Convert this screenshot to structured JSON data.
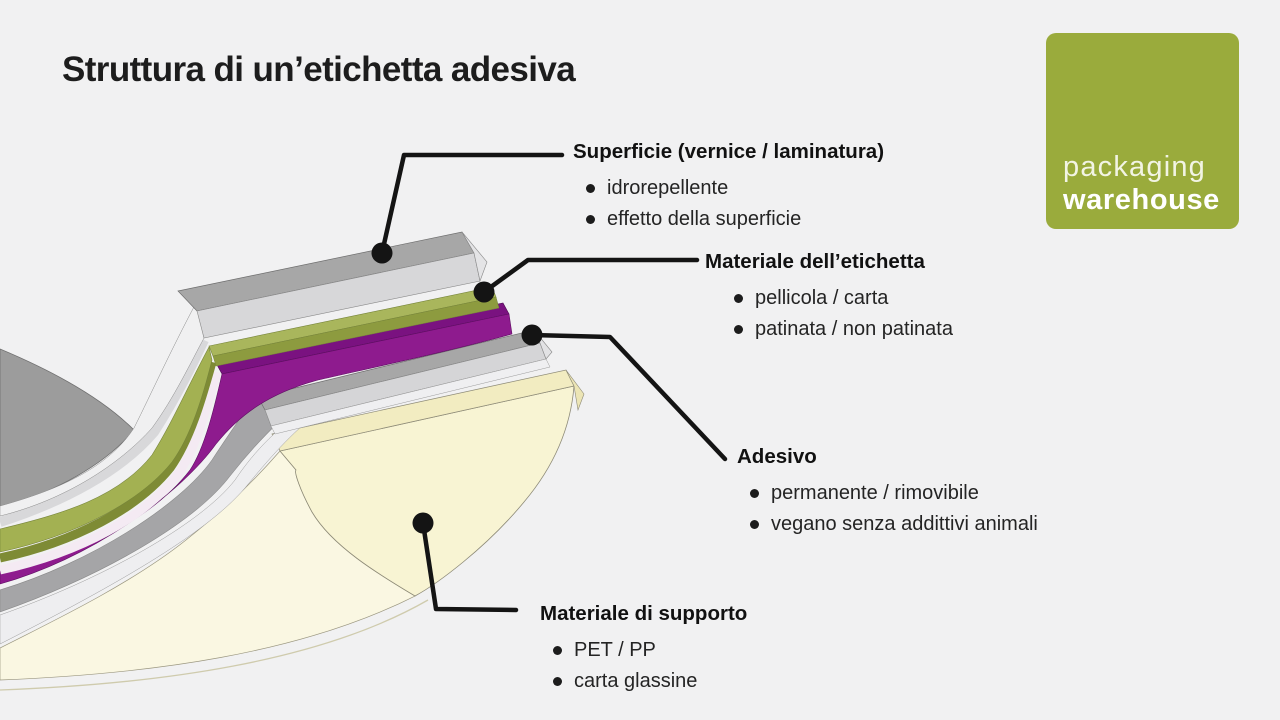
{
  "title": "Struttura di un’etichetta adesiva",
  "logo": {
    "line1": "packaging",
    "line2": "warehouse",
    "bg_color": "#9aab3c"
  },
  "colors": {
    "background": "#f1f1f2",
    "connector": "#141414",
    "title_text": "#1d1d1d"
  },
  "callouts": [
    {
      "id": "superficie",
      "title": "Superficie (vernice / laminatura)",
      "bullets": [
        "idrorepellente",
        "effetto della superficie"
      ]
    },
    {
      "id": "materiale-etichetta",
      "title": "Materiale dell’etichetta",
      "bullets": [
        "pellicola / carta",
        "patinata / non patinata"
      ]
    },
    {
      "id": "adesivo",
      "title": "Adesivo",
      "bullets": [
        "permanente / rimovibile",
        "vegano senza addittivi animali"
      ]
    },
    {
      "id": "supporto",
      "title": "Materiale di supporto",
      "bullets": [
        "PET / PP",
        "carta glassine"
      ]
    }
  ],
  "diagram": {
    "layers": [
      {
        "name": "superficie-top-layer",
        "color": "#a7a7a7"
      },
      {
        "name": "vernice-green-layer",
        "color": "#a3b152"
      },
      {
        "name": "etichetta-purple-layer",
        "color": "#8e1b8e"
      },
      {
        "name": "adesivo-gray-layer",
        "color": "#a5a5a7"
      },
      {
        "name": "supporto-cream-layer",
        "color": "#f8f4d3"
      }
    ]
  }
}
